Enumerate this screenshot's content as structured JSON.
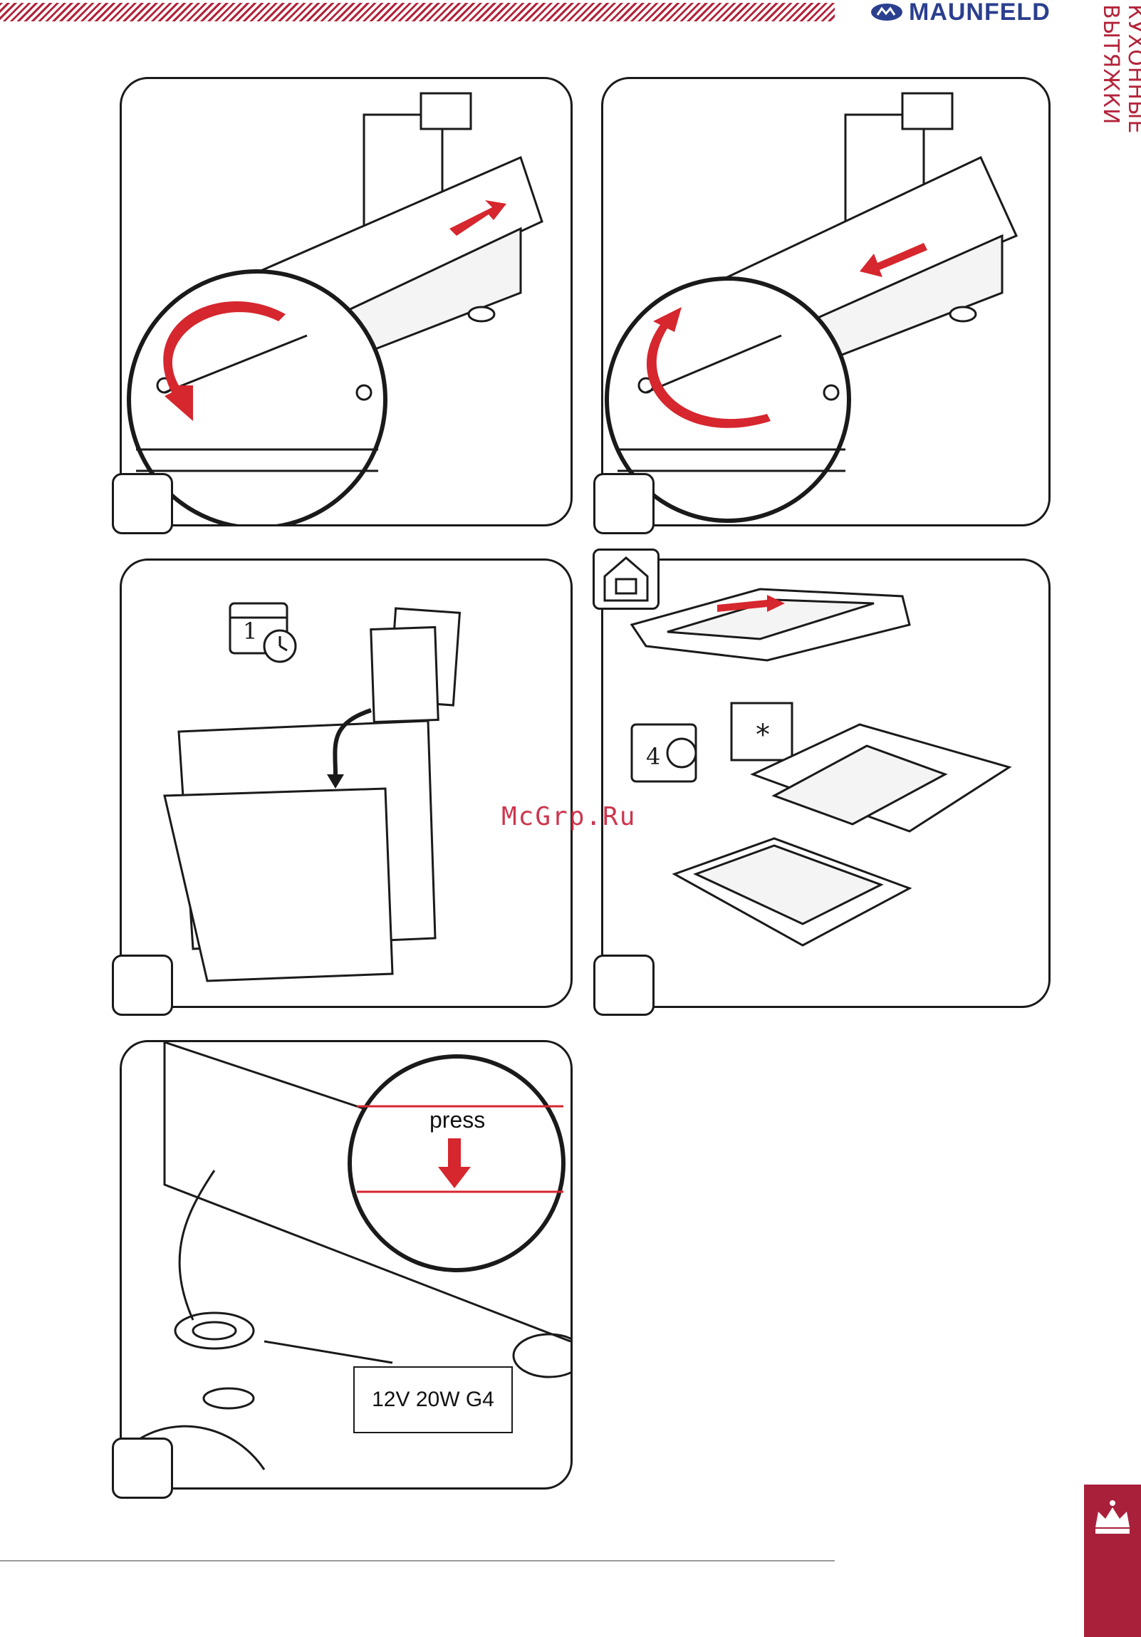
{
  "header": {
    "brand_name": "MAUNFELD",
    "section_title": "КУХОННЫЕ ВЫТЯЖКИ",
    "accent_color": "#b3243a",
    "brand_color": "#2b3f8f"
  },
  "watermark": "McGrp.Ru",
  "panels": {
    "filter_label_asterisk": "*",
    "calendar_1_day": "1",
    "calendar_4_day": "4",
    "press_label": "press",
    "bulb_spec": "12V 20W G4"
  },
  "icons": [
    "calendar-clock-icon",
    "house-recycle-icon",
    "crown-icon",
    "maunfeld-logo-icon"
  ]
}
